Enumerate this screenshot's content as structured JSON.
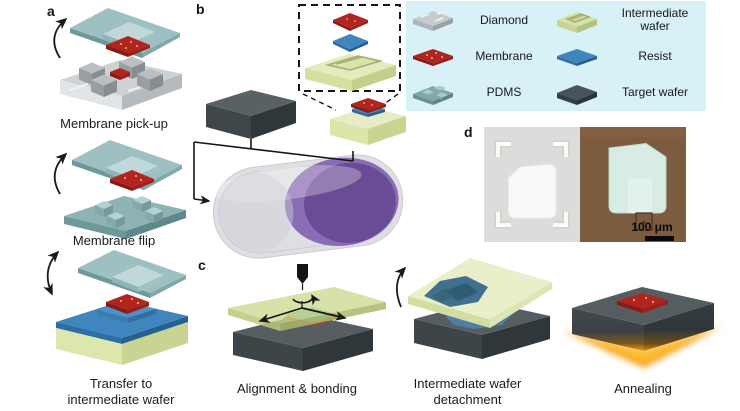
{
  "figure": {
    "panel_labels": {
      "a": "a",
      "b": "b",
      "c": "c",
      "d": "d"
    },
    "captions": {
      "membrane_pickup": "Membrane pick-up",
      "membrane_flip": "Membrane flip",
      "transfer_line1": "Transfer to",
      "transfer_line2": "intermediate wafer",
      "alignment_bonding": "Alignment & bonding",
      "detachment_line1": "Intermediate wafer",
      "detachment_line2": "detachment",
      "annealing": "Annealing"
    }
  },
  "legend": {
    "background_color": "#d7f1f6",
    "items": [
      {
        "label": "Diamond",
        "icon": "diamond-wafer-icon",
        "color": "#c6ccce"
      },
      {
        "label": "Intermediate wafer",
        "icon": "intermediate-wafer-icon",
        "color": "#d6e0a9"
      },
      {
        "label": "Membrane",
        "icon": "membrane-icon",
        "color": "#ad251f"
      },
      {
        "label": "Resist",
        "icon": "resist-icon",
        "color": "#3e86bd"
      },
      {
        "label": "PDMS",
        "icon": "pdms-icon",
        "color": "#7fa9ab"
      },
      {
        "label": "Target wafer",
        "icon": "target-wafer-icon",
        "color": "#48545b"
      }
    ]
  },
  "panel_d": {
    "scale_bar_label": "100 μm"
  },
  "colors": {
    "pdms_stamp": "#9fc0c2",
    "membrane_red": "#b2251f",
    "diamond_gray": "#cdd2d4",
    "intermediate_wafer_green": "#e6edc4",
    "resist_blue": "#3e86bd",
    "target_wafer_dark": "#3f4649",
    "plasma_purple": "#6a4b96",
    "anneal_glow_orange": "#f5990d",
    "micrograph_left_bg": "#dcdcda",
    "micrograph_right_bg": "#7d5b3e"
  }
}
